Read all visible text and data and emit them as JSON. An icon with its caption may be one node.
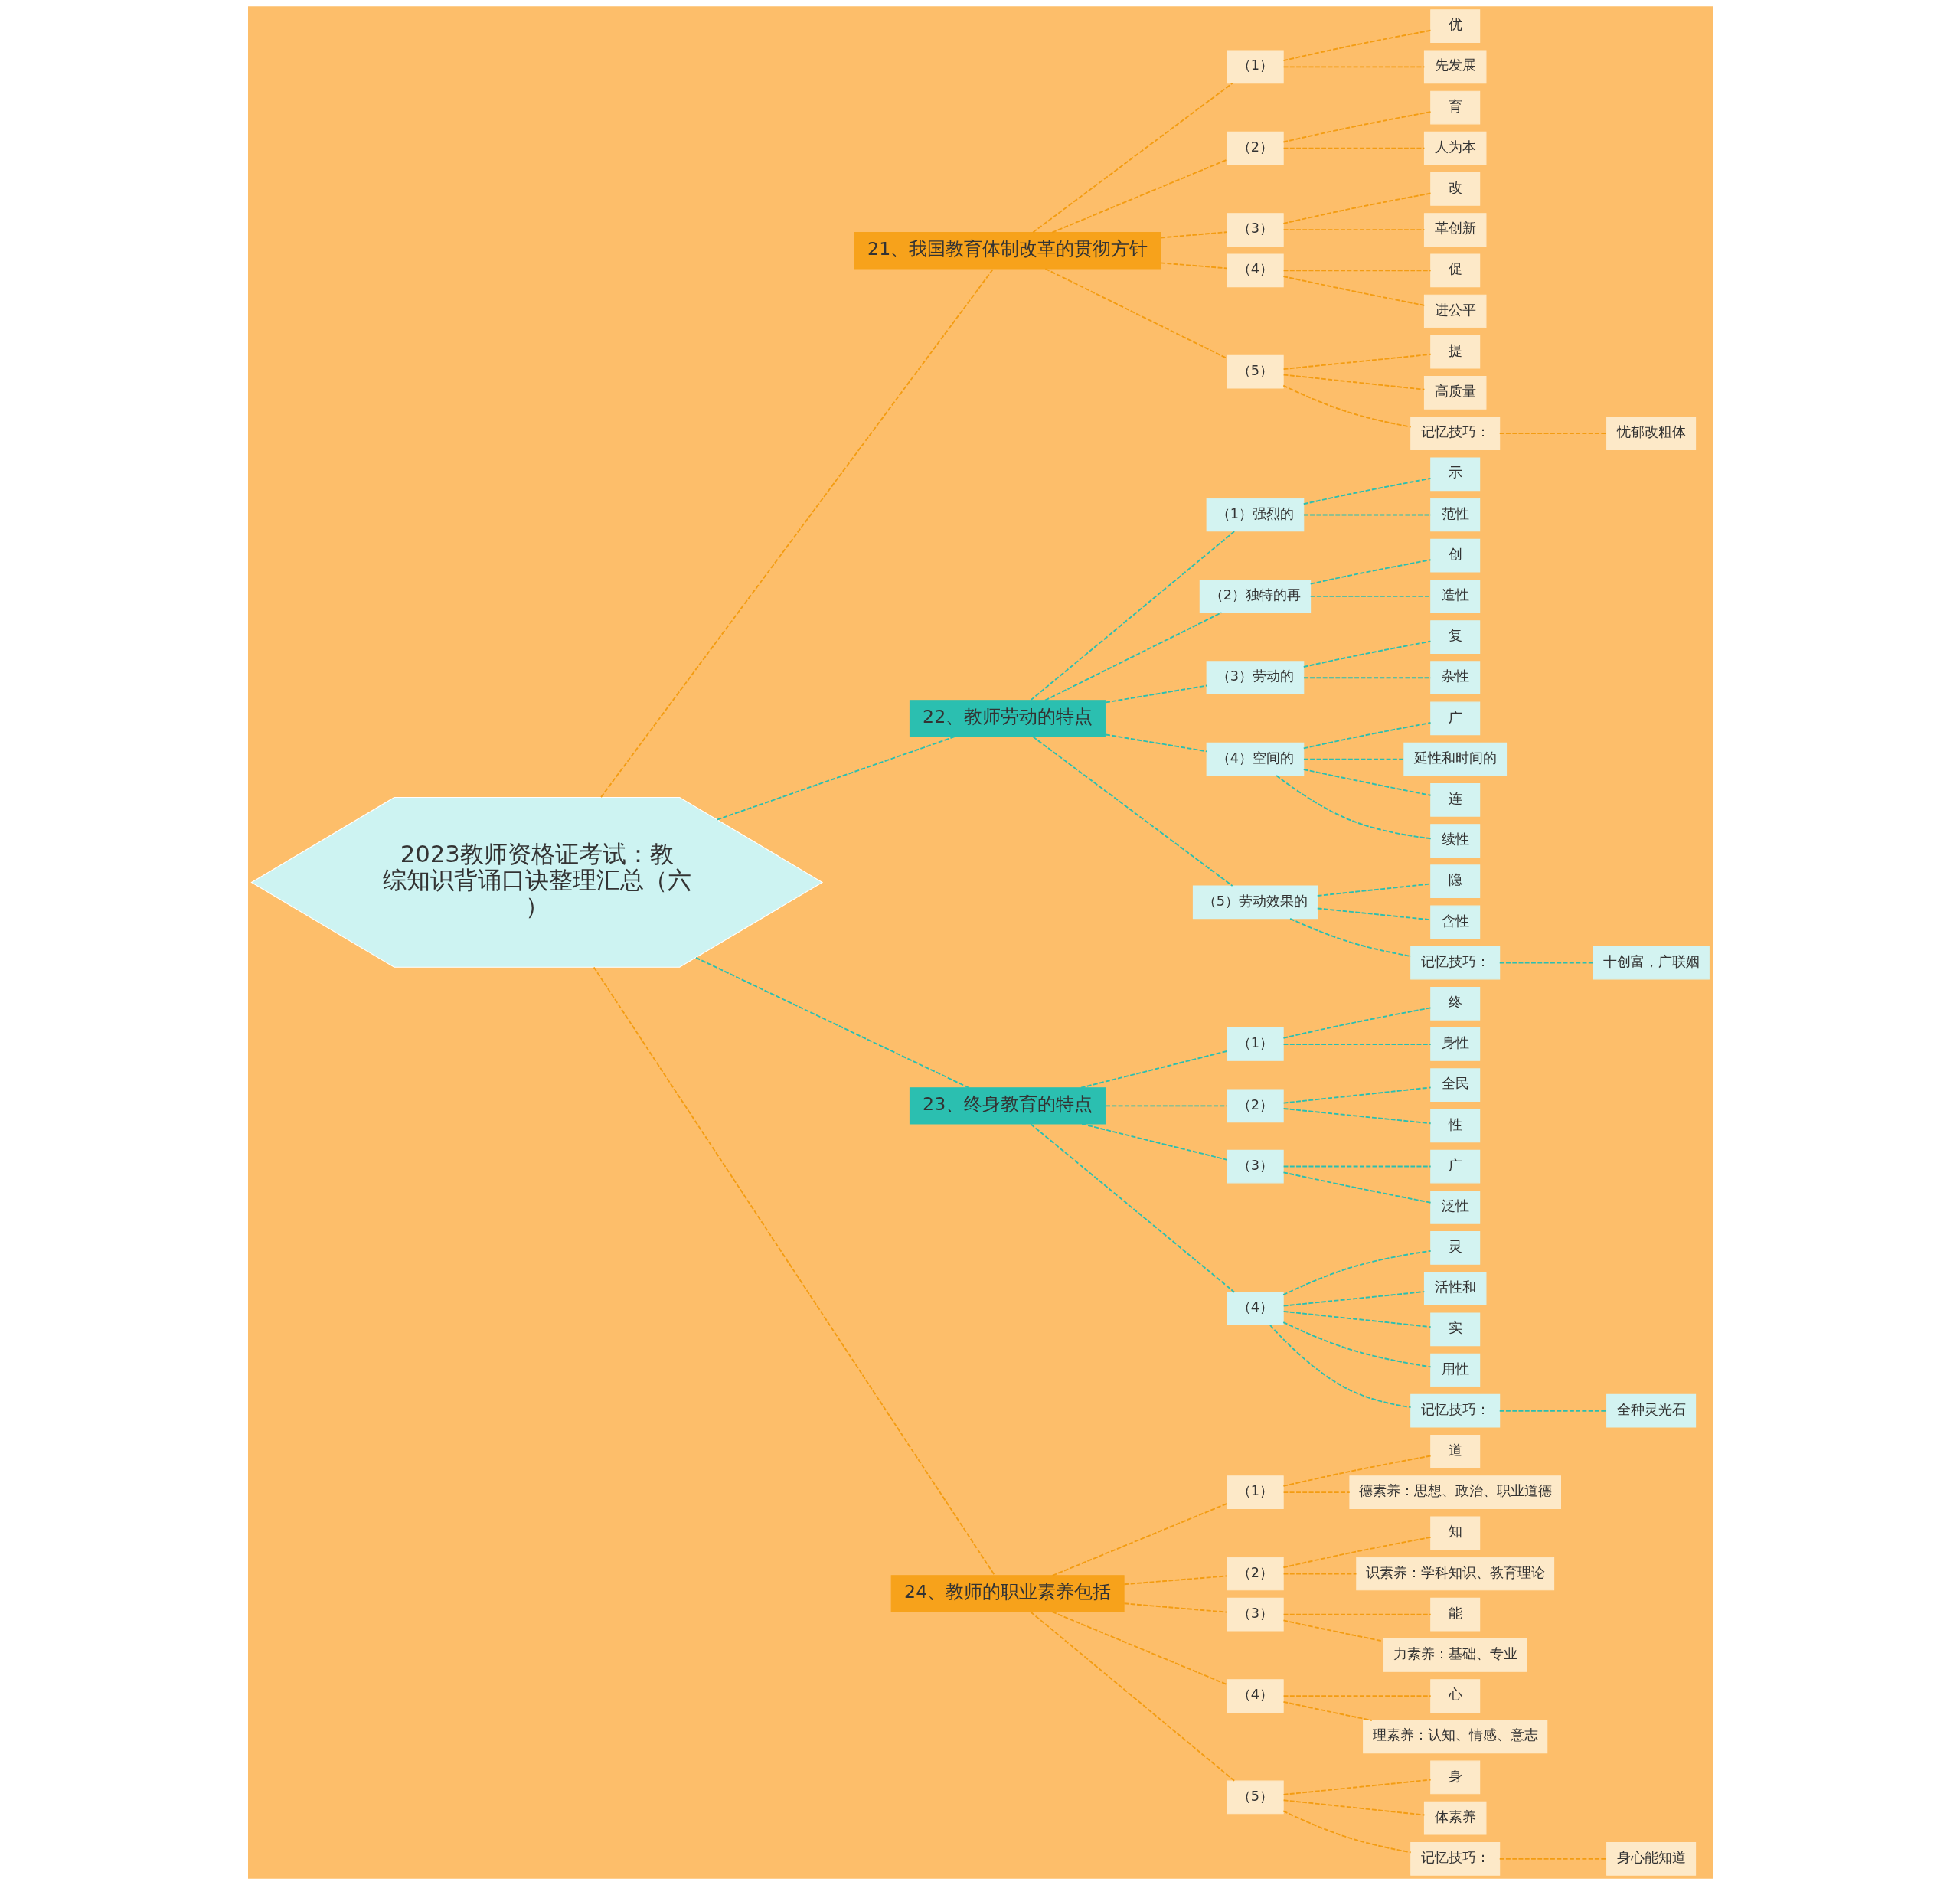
{
  "diagram": {
    "nodes": [
      {
        "text": [
          "2023教师资格证考试：教综知识背诵口诀整理汇总（六）"
        ]
      },
      {
        "text": [
          "21、我国教育体制改革的贯彻方针"
        ]
      },
      {
        "text": [
          "（1）"
        ]
      },
      {
        "text": [
          "优"
        ]
      },
      {
        "text": [
          "先发展"
        ]
      },
      {
        "text": [
          "（2）"
        ]
      },
      {
        "text": [
          "育"
        ]
      },
      {
        "text": [
          "人为本"
        ]
      },
      {
        "text": [
          "（3）"
        ]
      },
      {
        "text": [
          "改"
        ]
      },
      {
        "text": [
          "革创新"
        ]
      },
      {
        "text": [
          "（4）"
        ]
      },
      {
        "text": [
          "促"
        ]
      },
      {
        "text": [
          "进公平"
        ]
      },
      {
        "text": [
          "（5）"
        ]
      },
      {
        "text": [
          "提"
        ]
      },
      {
        "text": [
          "高质量"
        ]
      },
      {
        "text": [
          "记忆技巧："
        ]
      },
      {
        "text": [
          "忧郁改粗体"
        ]
      },
      {
        "text": [
          "22、教师劳动的特点"
        ]
      },
      {
        "text": [
          "（1）强烈的"
        ]
      },
      {
        "text": [
          "示"
        ]
      },
      {
        "text": [
          "范性"
        ]
      },
      {
        "text": [
          "（2）独特的再"
        ]
      },
      {
        "text": [
          "创"
        ]
      },
      {
        "text": [
          "造性"
        ]
      },
      {
        "text": [
          "（3）劳动的"
        ]
      },
      {
        "text": [
          "复"
        ]
      },
      {
        "text": [
          "杂性"
        ]
      },
      {
        "text": [
          "（4）空间的"
        ]
      },
      {
        "text": [
          "广"
        ]
      },
      {
        "text": [
          "延性和时间的"
        ]
      },
      {
        "text": [
          "连"
        ]
      },
      {
        "text": [
          "续性"
        ]
      },
      {
        "text": [
          "（5）劳动效果的"
        ]
      },
      {
        "text": [
          "隐"
        ]
      },
      {
        "text": [
          "含性"
        ]
      },
      {
        "text": [
          "记忆技巧："
        ]
      },
      {
        "text": [
          "十创富，广联姻"
        ]
      },
      {
        "text": [
          "23、终身教育的特点"
        ]
      },
      {
        "text": [
          "（1）"
        ]
      },
      {
        "text": [
          "终"
        ]
      },
      {
        "text": [
          "身性"
        ]
      },
      {
        "text": [
          "（2）"
        ]
      },
      {
        "text": [
          "全民"
        ]
      },
      {
        "text": [
          "性"
        ]
      },
      {
        "text": [
          "（3）"
        ]
      },
      {
        "text": [
          "广"
        ]
      },
      {
        "text": [
          "泛性"
        ]
      },
      {
        "text": [
          "（4）"
        ]
      },
      {
        "text": [
          "灵"
        ]
      },
      {
        "text": [
          "活性和"
        ]
      },
      {
        "text": [
          "实"
        ]
      },
      {
        "text": [
          "用性"
        ]
      },
      {
        "text": [
          "记忆技巧："
        ]
      },
      {
        "text": [
          "全种灵光石"
        ]
      },
      {
        "text": [
          "24、教师的职业素养包括"
        ]
      },
      {
        "text": [
          "（1）"
        ]
      },
      {
        "text": [
          "道"
        ]
      },
      {
        "text": [
          "德素养：思想、政治、职业道德"
        ]
      },
      {
        "text": [
          "（2）"
        ]
      },
      {
        "text": [
          "知"
        ]
      },
      {
        "text": [
          "识素养：学科知识、教育理论"
        ]
      },
      {
        "text": [
          "（3）"
        ]
      },
      {
        "text": [
          "能"
        ]
      },
      {
        "text": [
          "力素养：基础、专业"
        ]
      },
      {
        "text": [
          "（4）"
        ]
      },
      {
        "text": [
          "心"
        ]
      },
      {
        "text": [
          "理素养：认知、情感、意志"
        ]
      },
      {
        "text": [
          "（5）"
        ]
      },
      {
        "text": [
          "身"
        ]
      },
      {
        "text": [
          "体素养"
        ]
      },
      {
        "text": [
          "记忆技巧："
        ]
      },
      {
        "text": [
          "身心能知道"
        ]
      }
    ],
    "edges": [
      {
        "from": 0,
        "to": 1,
        "arrow": "none",
        "style": "dashed",
        "color": "#f39c12"
      },
      {
        "from": 1,
        "to": 2,
        "arrow": "none",
        "style": "dashed",
        "color": "#f39c12"
      },
      {
        "from": 2,
        "to": 3,
        "arrow": "none",
        "style": "dashed",
        "color": "#f39c12"
      },
      {
        "from": 2,
        "to": 4,
        "arrow": "none",
        "style": "dashed",
        "color": "#f39c12"
      },
      {
        "from": 1,
        "to": 5,
        "arrow": "none",
        "style": "dashed",
        "color": "#f39c12"
      },
      {
        "from": 5,
        "to": 6,
        "arrow": "none",
        "style": "dashed",
        "color": "#f39c12"
      },
      {
        "from": 5,
        "to": 7,
        "arrow": "none",
        "style": "dashed",
        "color": "#f39c12"
      },
      {
        "from": 1,
        "to": 8,
        "arrow": "none",
        "style": "dashed",
        "color": "#f39c12"
      },
      {
        "from": 8,
        "to": 9,
        "arrow": "none",
        "style": "dashed",
        "color": "#f39c12"
      },
      {
        "from": 8,
        "to": 10,
        "arrow": "none",
        "style": "dashed",
        "color": "#f39c12"
      },
      {
        "from": 1,
        "to": 11,
        "arrow": "none",
        "style": "dashed",
        "color": "#f39c12"
      },
      {
        "from": 11,
        "to": 12,
        "arrow": "none",
        "style": "dashed",
        "color": "#f39c12"
      },
      {
        "from": 11,
        "to": 13,
        "arrow": "none",
        "style": "dashed",
        "color": "#f39c12"
      },
      {
        "from": 1,
        "to": 14,
        "arrow": "none",
        "style": "dashed",
        "color": "#f39c12"
      },
      {
        "from": 14,
        "to": 15,
        "arrow": "none",
        "style": "dashed",
        "color": "#f39c12"
      },
      {
        "from": 14,
        "to": 16,
        "arrow": "none",
        "style": "dashed",
        "color": "#f39c12"
      },
      {
        "from": 14,
        "to": 17,
        "arrow": "none",
        "style": "dashed",
        "color": "#f39c12"
      },
      {
        "from": 17,
        "to": 18,
        "arrow": "none",
        "style": "dashed",
        "color": "#f39c12"
      },
      {
        "from": 0,
        "to": 19,
        "arrow": "none",
        "style": "dashed",
        "color": "#2bbfb0"
      },
      {
        "from": 19,
        "to": 20,
        "arrow": "none",
        "style": "dashed",
        "color": "#2bbfb0"
      },
      {
        "from": 20,
        "to": 21,
        "arrow": "none",
        "style": "dashed",
        "color": "#2bbfb0"
      },
      {
        "from": 20,
        "to": 22,
        "arrow": "none",
        "style": "dashed",
        "color": "#2bbfb0"
      },
      {
        "from": 19,
        "to": 23,
        "arrow": "none",
        "style": "dashed",
        "color": "#2bbfb0"
      },
      {
        "from": 23,
        "to": 24,
        "arrow": "none",
        "style": "dashed",
        "color": "#2bbfb0"
      },
      {
        "from": 23,
        "to": 25,
        "arrow": "none",
        "style": "dashed",
        "color": "#2bbfb0"
      },
      {
        "from": 19,
        "to": 26,
        "arrow": "none",
        "style": "dashed",
        "color": "#2bbfb0"
      },
      {
        "from": 26,
        "to": 27,
        "arrow": "none",
        "style": "dashed",
        "color": "#2bbfb0"
      },
      {
        "from": 26,
        "to": 28,
        "arrow": "none",
        "style": "dashed",
        "color": "#2bbfb0"
      },
      {
        "from": 19,
        "to": 29,
        "arrow": "none",
        "style": "dashed",
        "color": "#2bbfb0"
      },
      {
        "from": 29,
        "to": 30,
        "arrow": "none",
        "style": "dashed",
        "color": "#2bbfb0"
      },
      {
        "from": 29,
        "to": 31,
        "arrow": "none",
        "style": "dashed",
        "color": "#2bbfb0"
      },
      {
        "from": 29,
        "to": 32,
        "arrow": "none",
        "style": "dashed",
        "color": "#2bbfb0"
      },
      {
        "from": 29,
        "to": 33,
        "arrow": "none",
        "style": "dashed",
        "color": "#2bbfb0"
      },
      {
        "from": 19,
        "to": 34,
        "arrow": "none",
        "style": "dashed",
        "color": "#2bbfb0"
      },
      {
        "from": 34,
        "to": 35,
        "arrow": "none",
        "style": "dashed",
        "color": "#2bbfb0"
      },
      {
        "from": 34,
        "to": 36,
        "arrow": "none",
        "style": "dashed",
        "color": "#2bbfb0"
      },
      {
        "from": 34,
        "to": 37,
        "arrow": "none",
        "style": "dashed",
        "color": "#2bbfb0"
      },
      {
        "from": 37,
        "to": 38,
        "arrow": "none",
        "style": "dashed",
        "color": "#2bbfb0"
      },
      {
        "from": 0,
        "to": 39,
        "arrow": "none",
        "style": "dashed",
        "color": "#2bbfb0"
      },
      {
        "from": 39,
        "to": 40,
        "arrow": "none",
        "style": "dashed",
        "color": "#2bbfb0"
      },
      {
        "from": 40,
        "to": 41,
        "arrow": "none",
        "style": "dashed",
        "color": "#2bbfb0"
      },
      {
        "from": 40,
        "to": 42,
        "arrow": "none",
        "style": "dashed",
        "color": "#2bbfb0"
      },
      {
        "from": 39,
        "to": 43,
        "arrow": "none",
        "style": "dashed",
        "color": "#2bbfb0"
      },
      {
        "from": 43,
        "to": 44,
        "arrow": "none",
        "style": "dashed",
        "color": "#2bbfb0"
      },
      {
        "from": 43,
        "to": 45,
        "arrow": "none",
        "style": "dashed",
        "color": "#2bbfb0"
      },
      {
        "from": 39,
        "to": 46,
        "arrow": "none",
        "style": "dashed",
        "color": "#2bbfb0"
      },
      {
        "from": 46,
        "to": 47,
        "arrow": "none",
        "style": "dashed",
        "color": "#2bbfb0"
      },
      {
        "from": 46,
        "to": 48,
        "arrow": "none",
        "style": "dashed",
        "color": "#2bbfb0"
      },
      {
        "from": 39,
        "to": 49,
        "arrow": "none",
        "style": "dashed",
        "color": "#2bbfb0"
      },
      {
        "from": 49,
        "to": 50,
        "arrow": "none",
        "style": "dashed",
        "color": "#2bbfb0"
      },
      {
        "from": 49,
        "to": 51,
        "arrow": "none",
        "style": "dashed",
        "color": "#2bbfb0"
      },
      {
        "from": 49,
        "to": 52,
        "arrow": "none",
        "style": "dashed",
        "color": "#2bbfb0"
      },
      {
        "from": 49,
        "to": 53,
        "arrow": "none",
        "style": "dashed",
        "color": "#2bbfb0"
      },
      {
        "from": 49,
        "to": 54,
        "arrow": "none",
        "style": "dashed",
        "color": "#2bbfb0"
      },
      {
        "from": 54,
        "to": 55,
        "arrow": "none",
        "style": "dashed",
        "color": "#2bbfb0"
      },
      {
        "from": 0,
        "to": 56,
        "arrow": "none",
        "style": "dashed",
        "color": "#f39c12"
      },
      {
        "from": 56,
        "to": 57,
        "arrow": "none",
        "style": "dashed",
        "color": "#f39c12"
      },
      {
        "from": 57,
        "to": 58,
        "arrow": "none",
        "style": "dashed",
        "color": "#f39c12"
      },
      {
        "from": 57,
        "to": 59,
        "arrow": "none",
        "style": "dashed",
        "color": "#f39c12"
      },
      {
        "from": 56,
        "to": 60,
        "arrow": "none",
        "style": "dashed",
        "color": "#f39c12"
      },
      {
        "from": 60,
        "to": 61,
        "arrow": "none",
        "style": "dashed",
        "color": "#f39c12"
      },
      {
        "from": 60,
        "to": 62,
        "arrow": "none",
        "style": "dashed",
        "color": "#f39c12"
      },
      {
        "from": 56,
        "to": 63,
        "arrow": "none",
        "style": "dashed",
        "color": "#f39c12"
      },
      {
        "from": 63,
        "to": 64,
        "arrow": "none",
        "style": "dashed",
        "color": "#f39c12"
      },
      {
        "from": 63,
        "to": 65,
        "arrow": "none",
        "style": "dashed",
        "color": "#f39c12"
      },
      {
        "from": 56,
        "to": 66,
        "arrow": "none",
        "style": "dashed",
        "color": "#f39c12"
      },
      {
        "from": 66,
        "to": 67,
        "arrow": "none",
        "style": "dashed",
        "color": "#f39c12"
      },
      {
        "from": 66,
        "to": 68,
        "arrow": "none",
        "style": "dashed",
        "color": "#f39c12"
      },
      {
        "from": 56,
        "to": 69,
        "arrow": "none",
        "style": "dashed",
        "color": "#f39c12"
      },
      {
        "from": 69,
        "to": 70,
        "arrow": "none",
        "style": "dashed",
        "color": "#f39c12"
      },
      {
        "from": 69,
        "to": 71,
        "arrow": "none",
        "style": "dashed",
        "color": "#f39c12"
      },
      {
        "from": 69,
        "to": 72,
        "arrow": "none",
        "style": "dashed",
        "color": "#f39c12"
      },
      {
        "from": 72,
        "to": 73,
        "arrow": "none",
        "style": "dashed",
        "color": "#f39c12"
      }
    ]
  }
}
